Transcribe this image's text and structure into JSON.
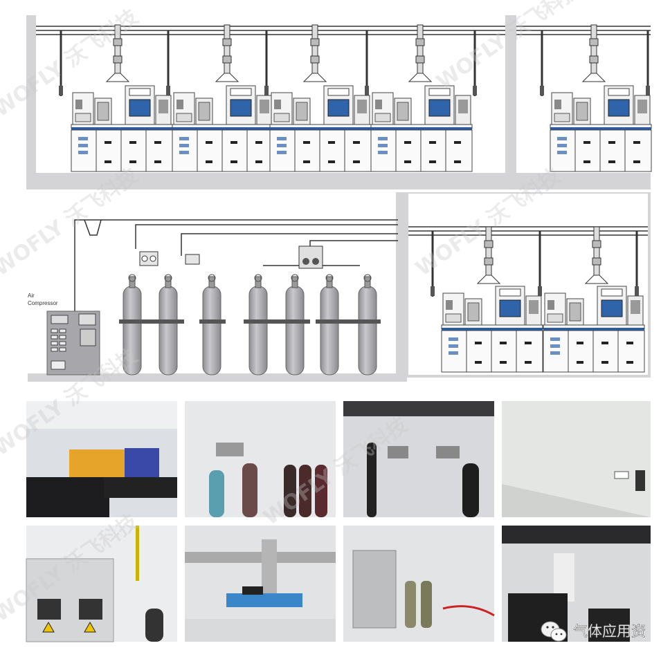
{
  "diagram": {
    "air_compressor_label_line1": "Air",
    "air_compressor_label_line2": "Compressor",
    "watermark": "WOFLY 沃飞科技"
  },
  "photos": {
    "caption": "气体应用资",
    "caption_icon": "wechat-icon",
    "count": 8
  },
  "colors": {
    "panel_gray": "#d4d4d6",
    "bench_blue": "#2c5aa0",
    "cylinder": "#a9a9ad",
    "screen": "#3a6fb0"
  }
}
